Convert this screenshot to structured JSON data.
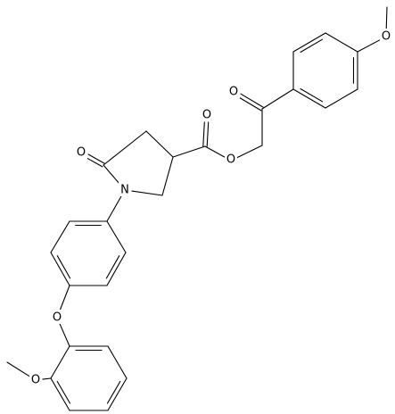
{
  "molecule": {
    "atom_labels": {
      "o_methoxy_top": "O",
      "o_ketone": "O",
      "o_ester_carbonyl": "O",
      "o_ester": "O",
      "o_lactam": "O",
      "n_ring": "N",
      "o_ether": "O",
      "o_methoxy_bottom": "O"
    },
    "colors": {
      "bond": "#000000",
      "text": "#000000",
      "background": "#ffffff"
    }
  }
}
